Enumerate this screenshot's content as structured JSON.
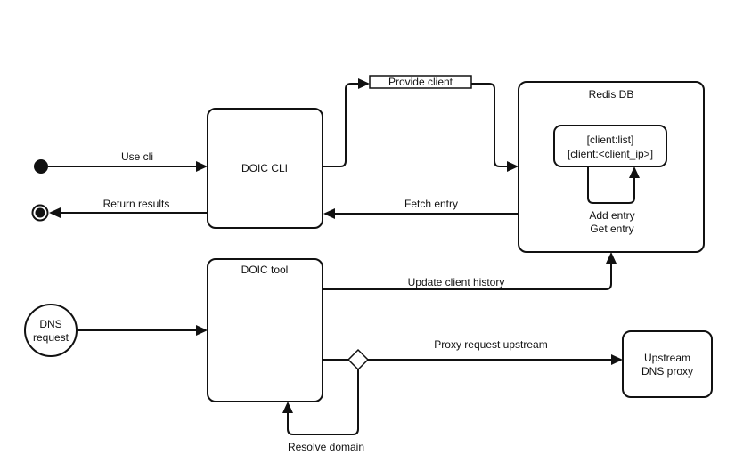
{
  "colors": {
    "stroke": "#111111",
    "background": "#ffffff"
  },
  "nodes": {
    "doic_cli": "DOIC CLI",
    "doic_tool": "DOIC tool",
    "redis_db": "Redis DB",
    "redis_keys": [
      "[client:list]",
      "[client:<client_ip>]"
    ],
    "dns_request": [
      "DNS",
      "request"
    ],
    "upstream": [
      "Upstream",
      "DNS proxy"
    ]
  },
  "edges": {
    "use_cli": "Use cli",
    "return_results": "Return results",
    "provide_client": "Provide client",
    "fetch_entry": "Fetch entry",
    "redis_self": [
      "Add entry",
      "Get entry"
    ],
    "update_history": "Update client history",
    "proxy_upstream": "Proxy request upstream",
    "resolve_domain": "Resolve domain"
  }
}
